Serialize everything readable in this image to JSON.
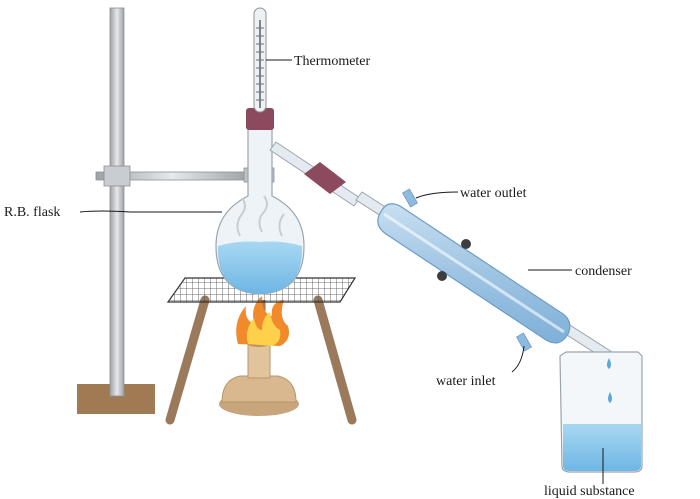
{
  "labels": {
    "thermometer": "Thermometer",
    "rb_flask": "R.B. flask",
    "water_outlet": "water outlet",
    "condenser": "condenser",
    "water_inlet": "water inlet",
    "liquid_substance": "liquid substance"
  },
  "colors": {
    "stand": "#b9bcc0",
    "stand_base": "#a07a52",
    "glass": "#dfe7ee",
    "liquid": "#8cc8ec",
    "condenser_jacket": "#a9cbe6",
    "stopper": "#8b4a5e",
    "clamp": "#b9bcc0",
    "tripod": "#9a7a5a",
    "gauze": "#555555",
    "flame_orange": "#f08a2a",
    "flame_yellow": "#ffd04a",
    "burner": "#d9b890"
  }
}
